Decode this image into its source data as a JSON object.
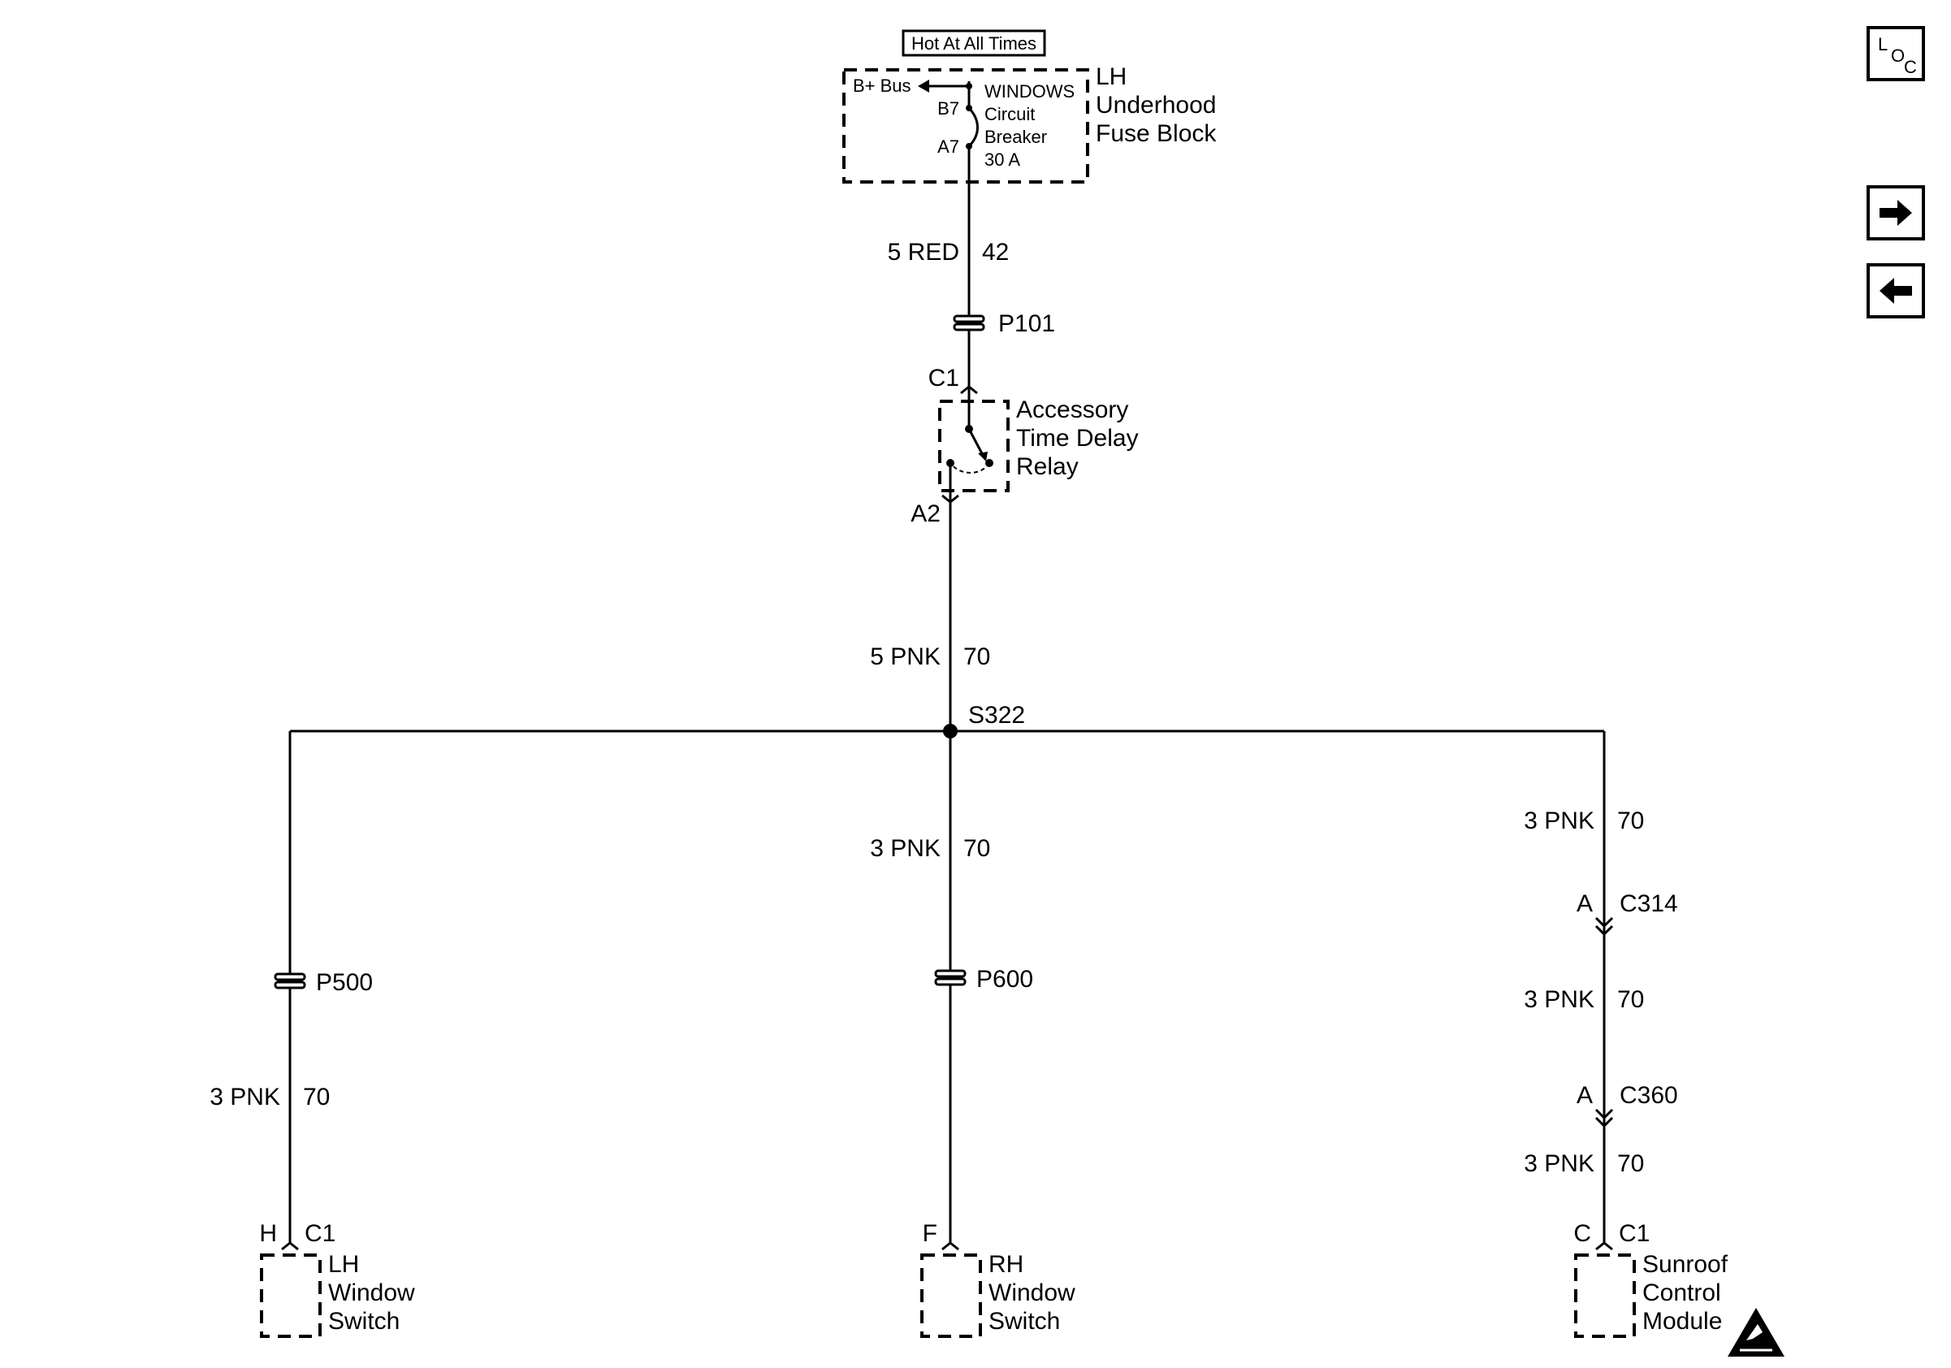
{
  "nav": {
    "loc_letters": [
      "L",
      "O",
      "C"
    ],
    "forward_icon": "right-arrow-icon",
    "back_icon": "left-arrow-icon"
  },
  "power": {
    "hot_label": "Hot At All Times",
    "bus_label": "B+ Bus",
    "pin_b7": "B7",
    "pin_a7": "A7",
    "breaker_lines": [
      "WINDOWS",
      "Circuit",
      "Breaker",
      "30 A"
    ],
    "fuse_block_lines": [
      "LH",
      "Underhood",
      "Fuse Block"
    ]
  },
  "wires": {
    "w_red": {
      "gauge": "5 RED",
      "circuit": "42"
    },
    "w_pnk_main": {
      "gauge": "5 PNK",
      "circuit": "70"
    },
    "w_pnk_center": {
      "gauge": "3 PNK",
      "circuit": "70"
    },
    "w_pnk_left": {
      "gauge": "3 PNK",
      "circuit": "70"
    },
    "w_pnk_right1": {
      "gauge": "3 PNK",
      "circuit": "70"
    },
    "w_pnk_right2": {
      "gauge": "3 PNK",
      "circuit": "70"
    },
    "w_pnk_right3": {
      "gauge": "3 PNK",
      "circuit": "70"
    }
  },
  "passthroughs": {
    "p101": "P101",
    "p500": "P500",
    "p600": "P600"
  },
  "relay": {
    "pin_in": "C1",
    "pin_out": "A2",
    "name_lines": [
      "Accessory",
      "Time Delay",
      "Relay"
    ]
  },
  "splice": "S322",
  "connectors": {
    "c314": {
      "pin": "A",
      "name": "C314"
    },
    "c360": {
      "pin": "A",
      "name": "C360"
    }
  },
  "components": {
    "lh_switch": {
      "pin": "H",
      "connector": "C1",
      "name_lines": [
        "LH",
        "Window",
        "Switch"
      ]
    },
    "rh_switch": {
      "pin": "F",
      "name_lines": [
        "RH",
        "Window",
        "Switch"
      ]
    },
    "sunroof": {
      "pin": "C",
      "connector": "C1",
      "name_lines": [
        "Sunroof",
        "Control",
        "Module"
      ]
    }
  },
  "esd_icon": "esd-warning-icon"
}
